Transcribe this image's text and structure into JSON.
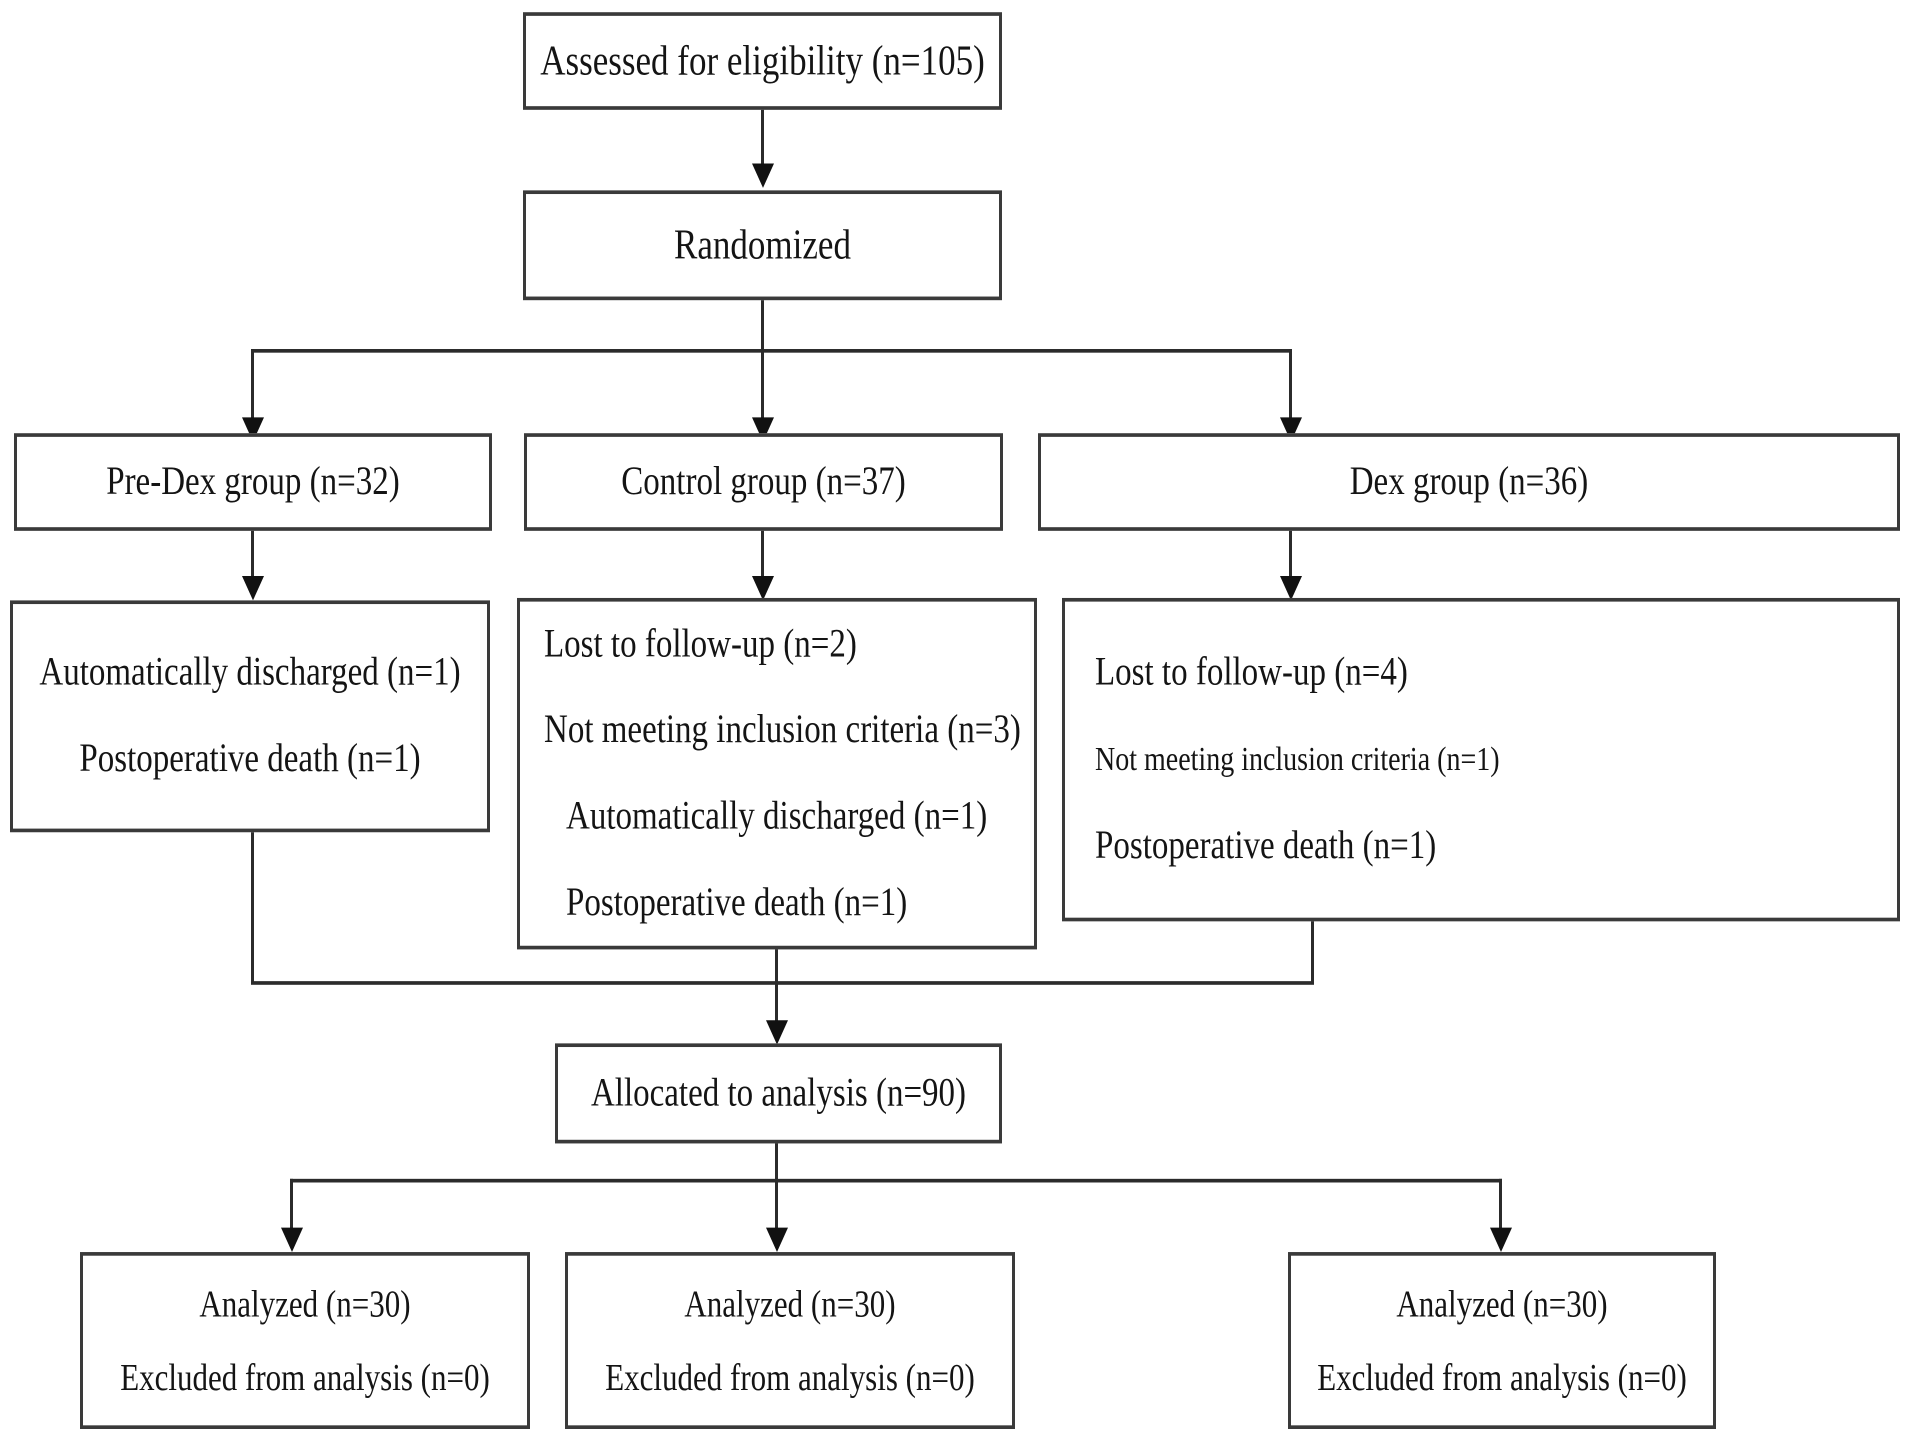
{
  "diagram": {
    "type": "consort-flow-diagram",
    "title": "CONSORT participant flow",
    "line_color": "#2b2b2b",
    "box_border_color": "#3a3a3a",
    "background_color": "#ffffff",
    "nodes": {
      "enrollment": {
        "label": "Assessed for eligibility (n=105)",
        "n": 105
      },
      "randomized": {
        "label": "Randomized"
      },
      "groups": [
        {
          "label": "Pre-Dex group (n=32)",
          "n": 32
        },
        {
          "label": "Control group (n=37)",
          "n": 37
        },
        {
          "label": "Dex group (n=36)",
          "n": 36
        }
      ],
      "exclusions": [
        {
          "group": "pre-dex",
          "lines": [
            "Automatically discharged (n=1)",
            "Postoperative death (n=1)"
          ]
        },
        {
          "group": "control",
          "lines": [
            "Lost to follow-up (n=2)",
            "Not meeting inclusion criteria (n=3)",
            "Automatically discharged (n=1)",
            "Postoperative death (n=1)"
          ]
        },
        {
          "group": "dex",
          "lines": [
            "Lost to follow-up (n=4)",
            "Not meeting inclusion criteria (n=1)",
            "Postoperative death (n=1)"
          ]
        }
      ],
      "allocated": {
        "label": "Allocated to analysis (n=90)",
        "n": 90
      },
      "analyzed": [
        {
          "group": "pre-dex",
          "analyzed_label": "Analyzed (n=30)",
          "excluded_label": "Excluded from analysis (n=0)",
          "analyzed_n": 30,
          "excluded_n": 0
        },
        {
          "group": "control",
          "analyzed_label": "Analyzed (n=30)",
          "excluded_label": "Excluded from analysis (n=0)",
          "analyzed_n": 30,
          "excluded_n": 0
        },
        {
          "group": "dex",
          "analyzed_label": "Analyzed (n=30)",
          "excluded_label": "Excluded from analysis (n=0)",
          "analyzed_n": 30,
          "excluded_n": 0
        }
      ]
    }
  }
}
